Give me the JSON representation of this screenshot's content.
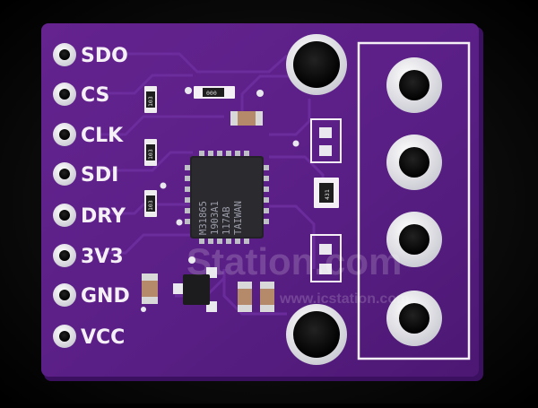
{
  "board": {
    "pin_labels": [
      "SDO",
      "CS",
      "CLK",
      "SDI",
      "DRY",
      "3V3",
      "GND",
      "VCC"
    ],
    "chip_marking": [
      "M31865",
      "1903A1",
      "117AB",
      "TAIWAN"
    ],
    "resistor_codes": [
      "103",
      "103",
      "103",
      "431",
      "000"
    ],
    "colors": {
      "pcb": "#5a1f86",
      "pcb_edge": "#4a1570",
      "silkscreen": "#f4f0f6",
      "gold_pad": "#e8e8ee",
      "chip": "#222226"
    }
  },
  "watermark": {
    "line1": "Station.com",
    "line2": "www.icstation.com"
  }
}
